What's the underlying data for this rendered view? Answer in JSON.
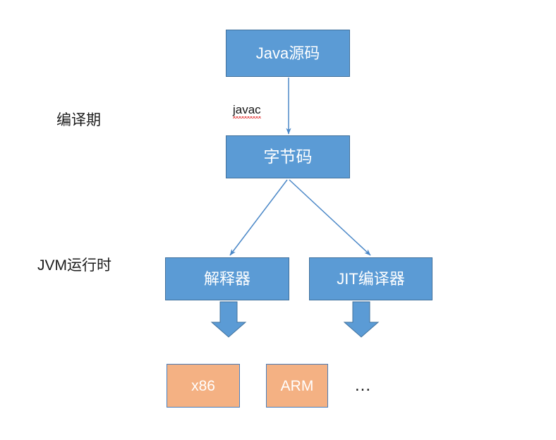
{
  "diagram": {
    "title": "Java compile-time and JVM runtime pipeline",
    "colors": {
      "box_blue_fill": "#5B9BD5",
      "box_blue_border": "#41719C",
      "box_orange_fill": "#F4B183",
      "box_orange_border": "#4A7EBB",
      "connector_blue": "#4A87C7",
      "divider_blue": "#4A87C7",
      "text_white": "#FFFFFF",
      "text_dark": "#1A1A1A",
      "spellcheck_red": "#E01B1B"
    },
    "stage_labels": {
      "compile_time": "编译期",
      "jvm_runtime": "JVM运行时"
    },
    "nodes": {
      "java_source": "Java源码",
      "bytecode": "字节码",
      "interpreter": "解释器",
      "jit_compiler": "JIT编译器",
      "x86": "x86",
      "arm": "ARM",
      "more": "..."
    },
    "edges": {
      "javac_label": "javac"
    }
  }
}
